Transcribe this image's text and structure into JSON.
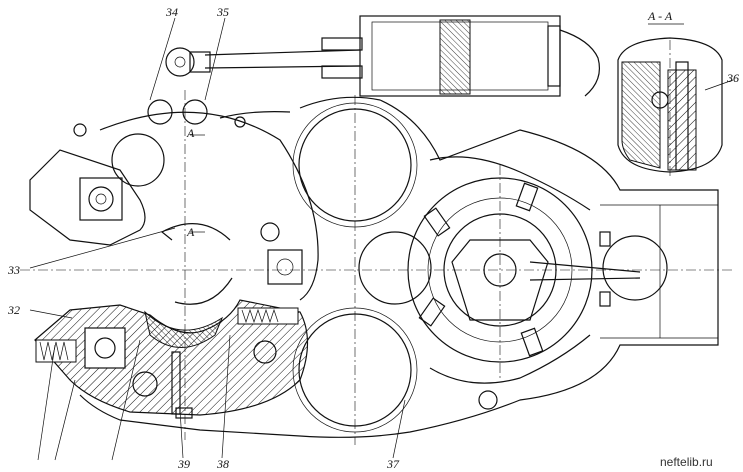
{
  "drawing": {
    "part_labels": [
      "34",
      "35",
      "36",
      "33",
      "32",
      "39",
      "38",
      "37"
    ],
    "section_title": "A - A",
    "section_marks": [
      "A",
      "A"
    ],
    "watermark": "neftelib.ru"
  }
}
